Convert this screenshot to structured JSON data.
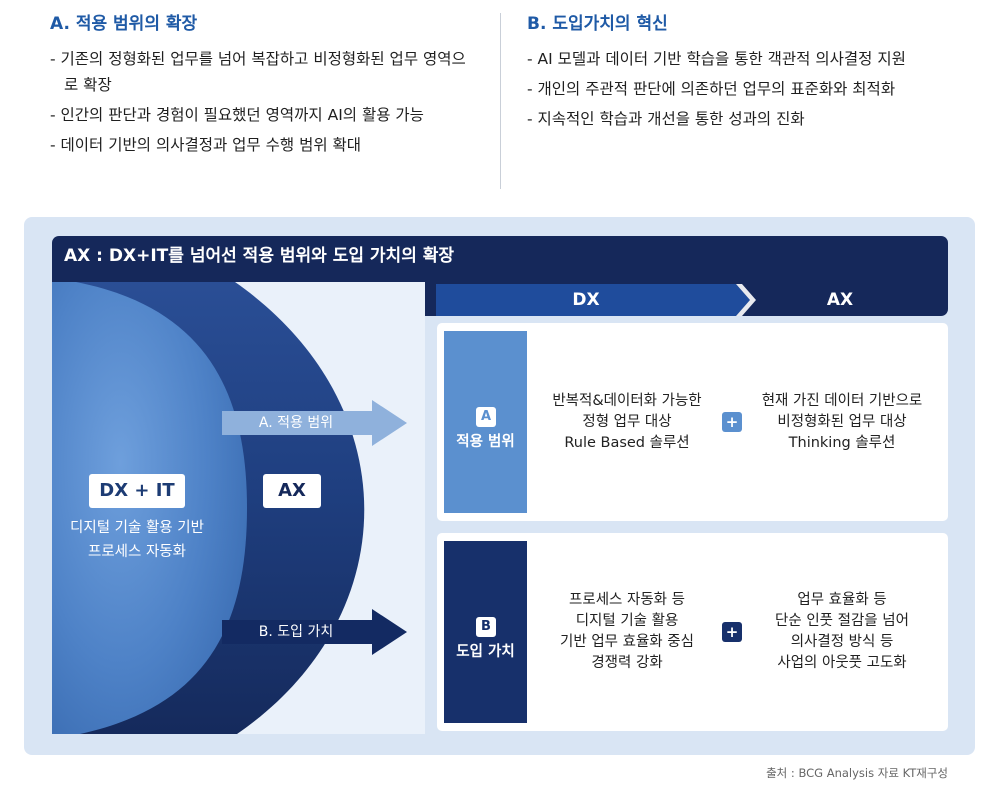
{
  "column_a": {
    "title": "A. 적용 범위의 확장",
    "items": [
      "기존의 정형화된 업무를 넘어 복잡하고 비정형화된 업무 영역으로 확장",
      "인간의 판단과 경험이 필요했던 영역까지 AI의 활용 가능",
      "데이터 기반의 의사결정과 업무 수행 범위 확대"
    ]
  },
  "column_b": {
    "title": "B. 도입가치의 혁신",
    "items": [
      "AI 모델과 데이터 기반 학습을 통한 객관적 의사결정 지원",
      "개인의 주관적 판단에 의존하던 업무의 표준화와 최적화",
      "지속적인 학습과 개선을 통한 성과의 진화"
    ]
  },
  "diagram": {
    "banner_title": "AX : DX+IT를 넘어선 적용 범위와 도입 가치의 확장",
    "dxit_label": "DX + IT",
    "dxit_desc": [
      "디지털 기술 활용 기반",
      "프로세스 자동화"
    ],
    "ax_label": "AX",
    "arrow_a_label": "A. 적용 범위",
    "arrow_b_label": "B. 도입 가치",
    "header_dx": "DX",
    "header_ax": "AX",
    "plus_symbol": "+",
    "rows": [
      {
        "letter": "A",
        "name": "적용 범위",
        "dx_lines": [
          "반복적&데이터화 가능한",
          "정형 업무 대상",
          "Rule Based 솔루션"
        ],
        "ax_lines": [
          "현재 가진 데이터 기반으로",
          "비정형화된 업무 대상",
          "Thinking 솔루션"
        ]
      },
      {
        "letter": "B",
        "name": "도입 가치",
        "dx_lines": [
          "프로세스 자동화 등",
          "디지털 기술 활용",
          "기반 업무 효율화 중심",
          "경쟁력 강화"
        ],
        "ax_lines": [
          "업무 효율화 등",
          "단순 인풋 절감을 넘어",
          "의사결정 방식 등",
          "사업의 아웃풋 고도화"
        ]
      }
    ]
  },
  "source": "출처 : BCG Analysis 자료 KT재구성",
  "colors": {
    "navy": "#15285a",
    "dark_blue": "#17306b",
    "light_blue": "#5b90cf",
    "title_blue": "#1f5aa6",
    "panel_bg": "#d9e5f4"
  }
}
